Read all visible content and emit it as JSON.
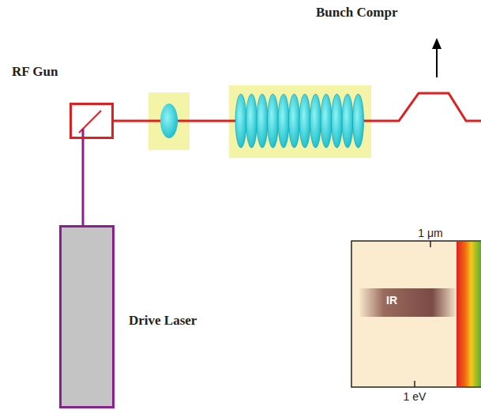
{
  "diagram": {
    "nodes": [
      {
        "text": [
          "RF Gun"
        ]
      },
      {
        "text": [
          "Drive Laser"
        ]
      }
    ],
    "edges": [
      {
        "from": 1,
        "to": 0,
        "arrow": "none"
      }
    ],
    "labels": [
      "Bunch Compr",
      "1 μm",
      "IR",
      "1 eV"
    ]
  }
}
